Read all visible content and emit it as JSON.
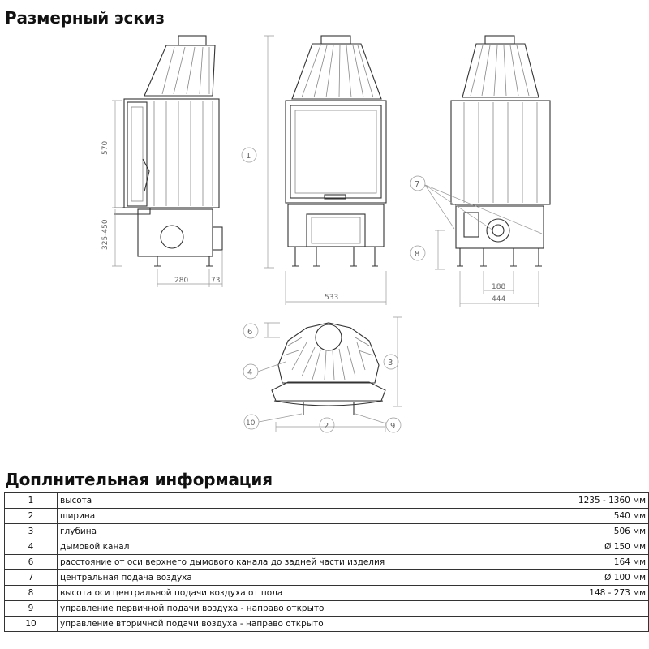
{
  "headings": {
    "sketch": "Размерный эскиз",
    "info": "Доплнительная информация"
  },
  "drawing": {
    "side_dims": {
      "height_top": "570",
      "height_bottom": "325-450",
      "depth": "280",
      "spigot": "73"
    },
    "front_dims": {
      "width": "533",
      "callout_height": "1"
    },
    "back_dims": {
      "axis": "188",
      "width": "444",
      "callout_air": "7",
      "callout_air_height": "8"
    },
    "top_callouts": {
      "c6": "6",
      "c4": "4",
      "c3": "3",
      "c10": "10",
      "c2": "2",
      "c9": "9"
    }
  },
  "table": {
    "rows": [
      {
        "num": "1",
        "desc": "высота",
        "val": "1235 - 1360 мм"
      },
      {
        "num": "2",
        "desc": "ширина",
        "val": "540 мм"
      },
      {
        "num": "3",
        "desc": "глубина",
        "val": "506 мм"
      },
      {
        "num": "4",
        "desc": "дымовой канал",
        "val": "Ø 150 мм"
      },
      {
        "num": "6",
        "desc": "расстояние от оси верхнего дымового канала до задней части изделия",
        "val": "164 мм"
      },
      {
        "num": "7",
        "desc": "центральная подача воздуха",
        "val": "Ø 100 мм"
      },
      {
        "num": "8",
        "desc": "высота оси центральной подачи воздуха от пола",
        "val": "148 - 273 мм"
      },
      {
        "num": "9",
        "desc": "управление первичной подачи воздуха - направо открыто",
        "val": ""
      },
      {
        "num": "10",
        "desc": "управление вторичной подачи воздуха - направо открыто",
        "val": ""
      }
    ]
  }
}
